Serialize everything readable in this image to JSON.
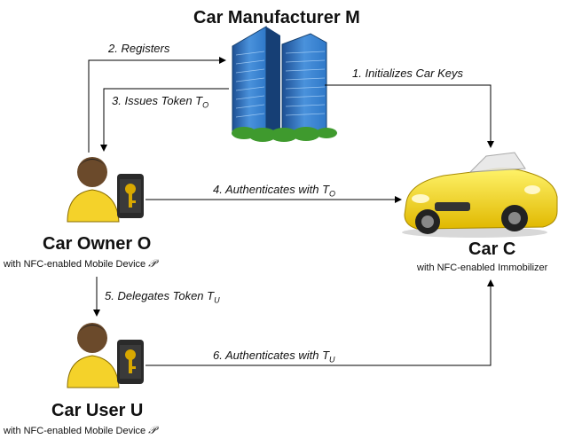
{
  "manufacturer": {
    "title": "Car Manufacturer M"
  },
  "car": {
    "title": "Car C",
    "subtitle": "with NFC-enabled Immobilizer"
  },
  "owner": {
    "title": "Car Owner O",
    "subtitle": "with NFC-enabled Mobile Device",
    "device_symbol": "𝒫"
  },
  "user": {
    "title": "Car User U",
    "subtitle": "with NFC-enabled Mobile Device",
    "device_symbol": "𝒫"
  },
  "edges": {
    "e1": {
      "text": "1. Initializes Car Keys"
    },
    "e2": {
      "text": "2. Registers"
    },
    "e3": {
      "text": "3. Issues Token T",
      "sub": "O"
    },
    "e4": {
      "text": "4. Authenticates with T",
      "sub": "O"
    },
    "e5": {
      "text": "5. Delegates Token T",
      "sub": "U"
    },
    "e6": {
      "text": "6. Authenticates with T",
      "sub": "U"
    }
  },
  "colors": {
    "building": "#2f78c8",
    "building_dark": "#1d4f93",
    "bushes": "#3f9a2e",
    "car": "#f3d418",
    "person_shirt": "#f4d22a",
    "key": "#d8a800"
  }
}
